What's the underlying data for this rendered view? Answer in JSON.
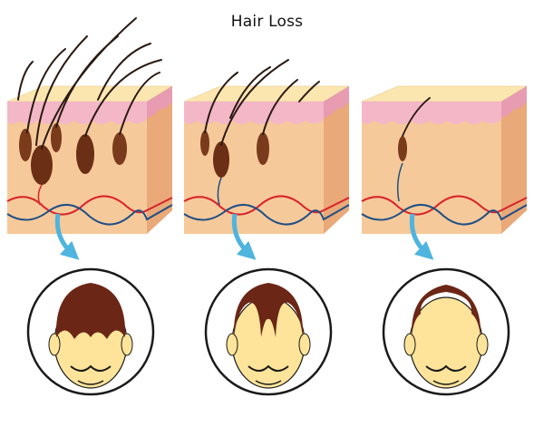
{
  "title": "Hair Loss",
  "stages": [
    {
      "id": "stage-1-full-hair"
    },
    {
      "id": "stage-2-thinning-hair"
    },
    {
      "id": "stage-3-bald"
    }
  ],
  "colors": {
    "epidermis": "#f3b7c8",
    "dermis": "#f6c99a",
    "dermis_side": "#e9a978",
    "scalp_top": "#fbe6b0",
    "follicle": "#7a3b1c",
    "hair": "#2a1a12",
    "artery": "#d8232a",
    "vein": "#1f4f86",
    "arrow": "#4fb4de",
    "hair_head": "#6b2616",
    "skin_head": "#fde49a",
    "outline": "#1a1a1a"
  }
}
